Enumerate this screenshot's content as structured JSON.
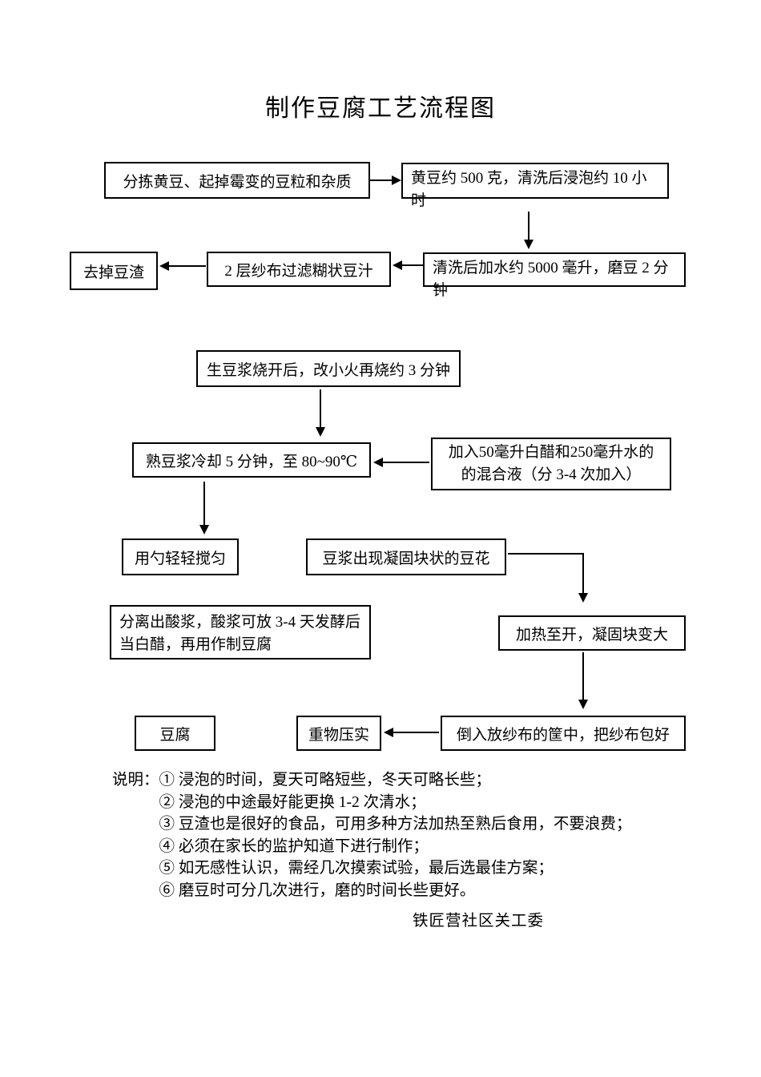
{
  "page": {
    "title": "制作豆腐工艺流程图",
    "footer": "铁匠营社区关工委"
  },
  "colors": {
    "background": "#ffffff",
    "box_border": "#000000",
    "text": "#000000"
  },
  "flowchart": {
    "nodes": {
      "sort": {
        "lines": [
          "分拣黄豆、起掉霉变的豆粒和杂质"
        ]
      },
      "soak": {
        "lines": [
          "黄豆约 500 克，清洗后浸泡约 10 小",
          "时"
        ]
      },
      "grind": {
        "lines": [
          "清洗后加水约 5000 毫升，磨豆 2 分",
          "钟"
        ]
      },
      "filter": {
        "lines": [
          "2 层纱布过滤糊状豆汁"
        ]
      },
      "dregs": {
        "lines": [
          "去掉豆渣"
        ]
      },
      "boil": {
        "lines": [
          "生豆浆烧开后，改小火再烧约 3 分钟"
        ]
      },
      "cool": {
        "lines": [
          "熟豆浆冷却 5 分钟，至 80~90℃"
        ]
      },
      "vinegar": {
        "lines": [
          "加入50毫升白醋和250毫升水的",
          "的混合液（分 3-4 次加入）"
        ]
      },
      "stir": {
        "lines": [
          "用勺轻轻搅匀"
        ]
      },
      "curd": {
        "lines": [
          "豆浆出现凝固块状的豆花"
        ]
      },
      "separate": {
        "lines": [
          "分离出酸浆，酸浆可放 3-4 天发酵后",
          "当白醋，再用作制豆腐"
        ]
      },
      "heat": {
        "lines": [
          "加热至开，凝固块变大"
        ]
      },
      "pour": {
        "lines": [
          "倒入放纱布的筐中，把纱布包好"
        ]
      },
      "press": {
        "lines": [
          "重物压实"
        ]
      },
      "tofu": {
        "lines": [
          "豆腐"
        ]
      }
    }
  },
  "notes": {
    "label": "说明：",
    "items": [
      "① 浸泡的时间，夏天可略短些，冬天可略长些；",
      "② 浸泡的中途最好能更换 1-2 次清水；",
      "③ 豆渣也是很好的食品，可用多种方法加热至熟后食用，不要浪费；",
      "④ 必须在家长的监护知道下进行制作；",
      "⑤ 如无感性认识，需经几次摸索试验，最后选最佳方案；",
      "⑥ 磨豆时可分几次进行，磨的时间长些更好。"
    ]
  }
}
